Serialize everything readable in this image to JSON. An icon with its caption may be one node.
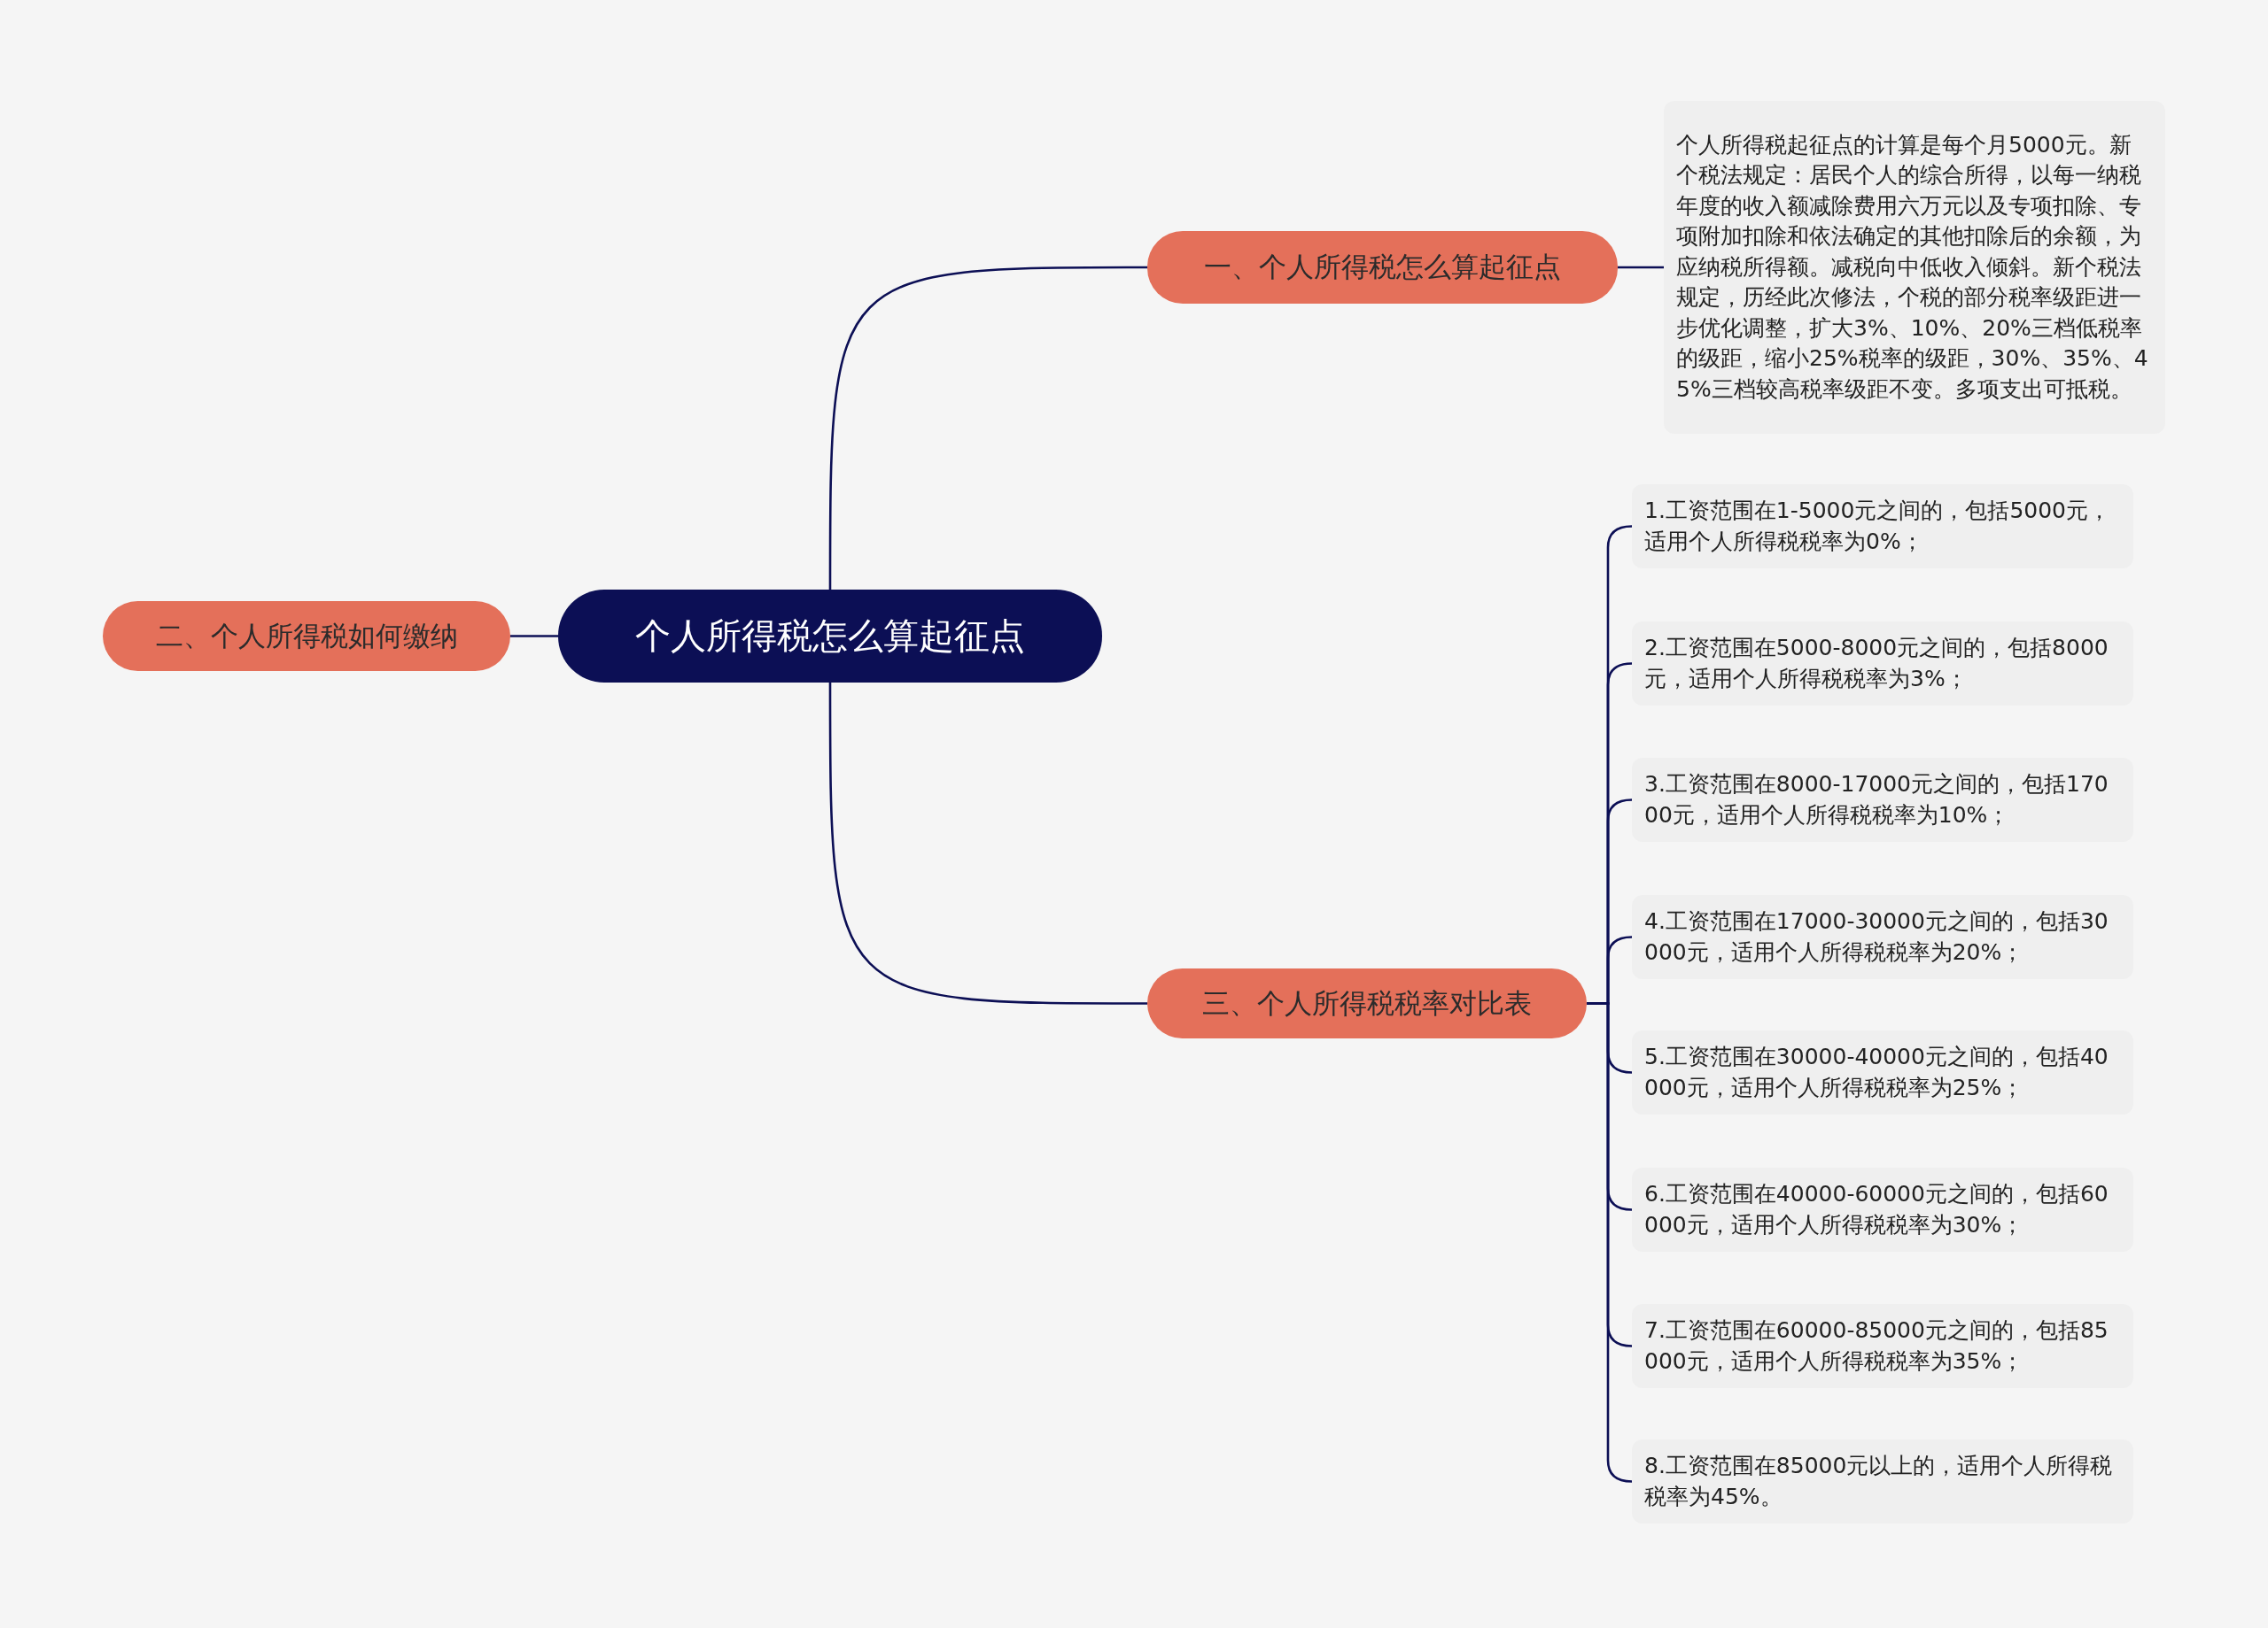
{
  "diagram": {
    "nodes": [
      {
        "text": [
          "个人所得税怎么算起征点"
        ]
      },
      {
        "text": [
          "一、个人所得税怎么算起征点"
        ]
      },
      {
        "text": [
          "个人所得税起征点的计算是每个月5000元。新个税法规定：居民个人的综合所得，以每一纳税年度的收入额减除费用六万元以及专项扣除、专项附加扣除和依法确定的其他扣除后的余额，为应纳税所得额。减税向中低收入倾斜。新个税法规定，历经此次修法，个税的部分税率级距进一步优化调整，扩大3%、10%、20%三档低税率的级距，缩小25%税率的级距，30%、35%、45%三档较高税率级距不变。多项支出可抵税。"
        ]
      },
      {
        "text": [
          "二、个人所得税如何缴纳"
        ]
      },
      {
        "text": [
          "三、个人所得税税率对比表"
        ]
      },
      {
        "text": [
          "1.工资范围在1-5000元之间的，包括5000元，适用个人所得税税率为0%；"
        ]
      },
      {
        "text": [
          "2.工资范围在5000-8000元之间的，包括8000元，适用个人所得税税率为3%；"
        ]
      },
      {
        "text": [
          "3.工资范围在8000-17000元之间的，包括17000元，适用个人所得税税率为10%；"
        ]
      },
      {
        "text": [
          "4.工资范围在17000-30000元之间的，包括30000元，适用个人所得税税率为20%；"
        ]
      },
      {
        "text": [
          "5.工资范围在30000-40000元之间的，包括40000元，适用个人所得税税率为25%；"
        ]
      },
      {
        "text": [
          "6.工资范围在40000-60000元之间的，包括60000元，适用个人所得税税率为30%；"
        ]
      },
      {
        "text": [
          "7.工资范围在60000-85000元之间的，包括85000元，适用个人所得税税率为35%；"
        ]
      },
      {
        "text": [
          "8.工资范围在85000元以上的，适用个人所得税税率为45%。"
        ]
      }
    ],
    "edges": [
      {
        "from": 0,
        "to": 1,
        "arrow": "none"
      },
      {
        "from": 1,
        "to": 2,
        "arrow": "none"
      },
      {
        "from": 0,
        "to": 3,
        "arrow": "none"
      },
      {
        "from": 0,
        "to": 4,
        "arrow": "none"
      },
      {
        "from": 4,
        "to": 5,
        "arrow": "none"
      },
      {
        "from": 4,
        "to": 6,
        "arrow": "none"
      },
      {
        "from": 4,
        "to": 7,
        "arrow": "none"
      },
      {
        "from": 4,
        "to": 8,
        "arrow": "none"
      },
      {
        "from": 4,
        "to": 9,
        "arrow": "none"
      },
      {
        "from": 4,
        "to": 10,
        "arrow": "none"
      },
      {
        "from": 4,
        "to": 11,
        "arrow": "none"
      },
      {
        "from": 4,
        "to": 12,
        "arrow": "none"
      }
    ]
  }
}
